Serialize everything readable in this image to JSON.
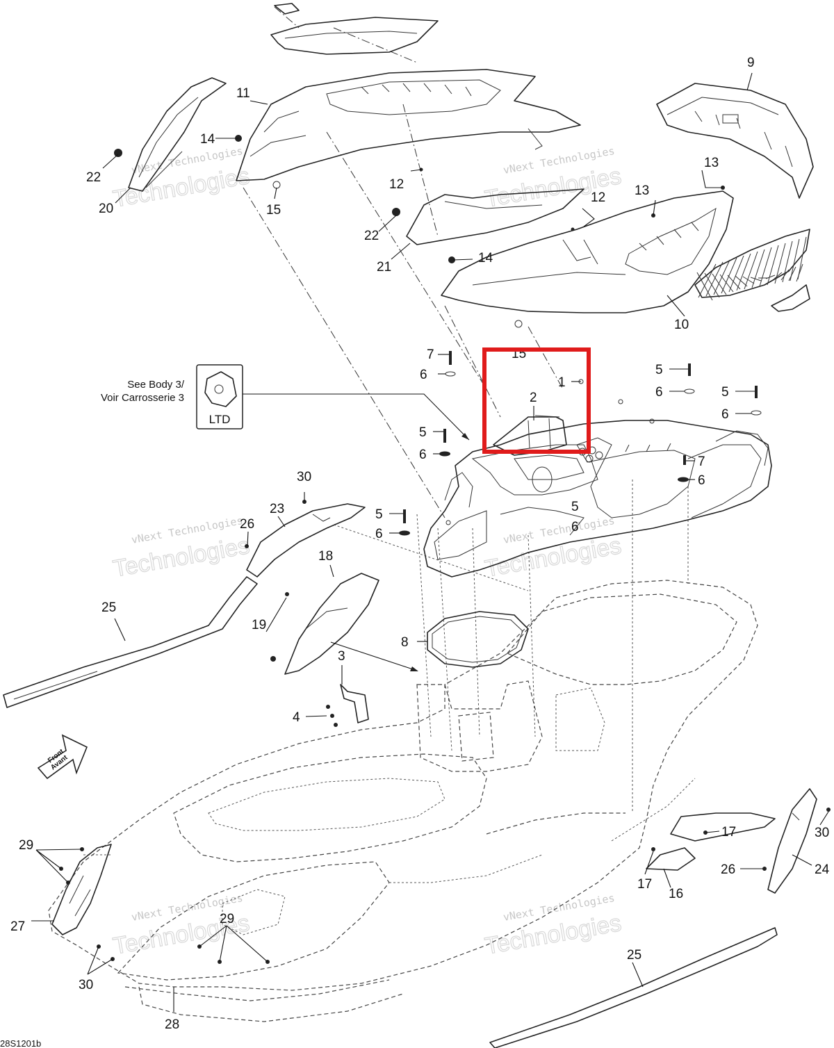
{
  "labels": {
    "p1": "1",
    "p2": "2",
    "p3": "3",
    "p4": "4",
    "p5": "5",
    "p6": "6",
    "p7": "7",
    "p8": "8",
    "p9": "9",
    "p10": "10",
    "p11": "11",
    "p12": "12",
    "p13": "13",
    "p14": "14",
    "p15": "15",
    "p16": "16",
    "p17": "17",
    "p18": "18",
    "p19": "19",
    "p20": "20",
    "p21": "21",
    "p22": "22",
    "p23": "23",
    "p24": "24",
    "p25": "25",
    "p26": "26",
    "p27": "27",
    "p28": "28",
    "p29": "29",
    "p30": "30"
  },
  "reference": {
    "line1": "See Body 3/",
    "line2": "Voir Carrosserie 3",
    "badge": "LTD"
  },
  "direction_arrow": {
    "line1": "Front",
    "line2": "Avant"
  },
  "watermark": {
    "company": "vNext Technologies",
    "word": "Technologies"
  },
  "figure_code": "28S1201b",
  "highlight_color": "#e01b1b"
}
